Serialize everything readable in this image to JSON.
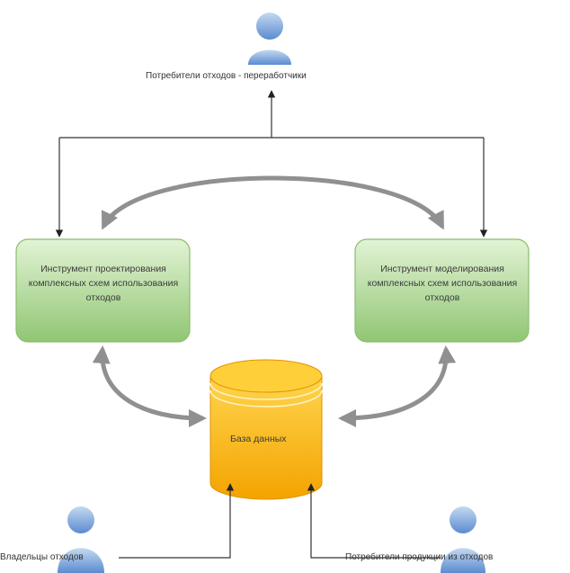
{
  "nodes": {
    "consumers_recyclers": {
      "label": "Потребители отходов - переработчики"
    },
    "design_tool": {
      "label": "Инструмент проектирования комплексных схем использования отходов"
    },
    "modeling_tool": {
      "label": "Инструмент моделирования комплексных схем использования отходов"
    },
    "database": {
      "label": "База данных"
    },
    "waste_owners": {
      "label": "Владельцы отходов"
    },
    "product_consumers": {
      "label": "Потребители продукции из отходов"
    }
  },
  "colors": {
    "tool_fill_top": "#d9efc9",
    "tool_fill_bottom": "#8cc36e",
    "tool_stroke": "#7fb35f",
    "db_fill_top": "#ffd24d",
    "db_fill_bottom": "#f0a000",
    "db_stroke": "#d98c00",
    "actor_top": "#b8d0ec",
    "actor_bottom": "#5f8fd1",
    "arrow_thick": "#909090",
    "arrow_thin": "#222222"
  },
  "icons": [
    "user-icon",
    "database-icon"
  ]
}
